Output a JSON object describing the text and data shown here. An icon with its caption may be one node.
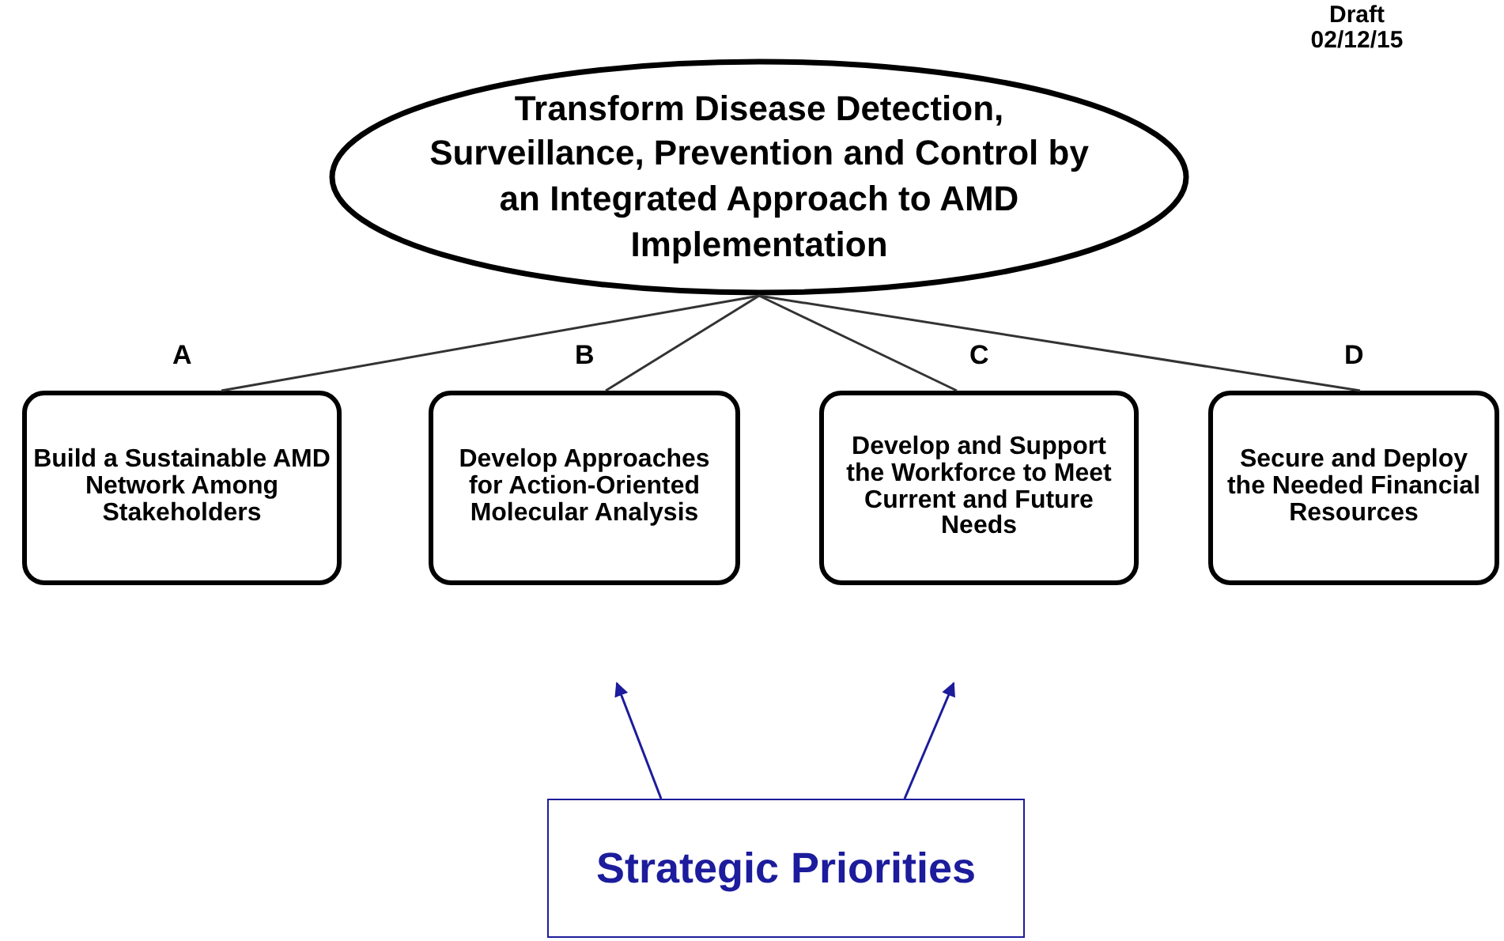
{
  "diagram": {
    "nodes": [
      {
        "text": [
          "Transform Disease Detection, Surveillance, Prevention and Control by an Integrated Approach to AMD Implementation"
        ]
      },
      {
        "text": [
          "Build a Sustainable AMD Network Among Stakeholders"
        ],
        "beside": [
          "A"
        ]
      },
      {
        "text": [
          "Develop Approaches for Action-Oriented Molecular Analysis"
        ],
        "beside": [
          "B"
        ]
      },
      {
        "text": [
          "Develop and Support the Workforce to Meet Current and Future Needs"
        ],
        "beside": [
          "C"
        ]
      },
      {
        "text": [
          "Secure and Deploy the Needed Financial Resources"
        ],
        "beside": [
          "D"
        ]
      },
      {
        "text": [
          "Strategic Priorities"
        ]
      }
    ],
    "edges": [
      {
        "from": 0,
        "to": 1,
        "arrow": "none"
      },
      {
        "from": 0,
        "to": 2,
        "arrow": "none"
      },
      {
        "from": 0,
        "to": 3,
        "arrow": "none"
      },
      {
        "from": 0,
        "to": 4,
        "arrow": "none"
      },
      {
        "from": 5,
        "to": null,
        "arrow": "to",
        "color": "#1c1c9c"
      },
      {
        "from": 5,
        "to": null,
        "arrow": "to",
        "color": "#1c1c9c"
      }
    ],
    "labels": [
      "Draft 02/12/15"
    ]
  }
}
